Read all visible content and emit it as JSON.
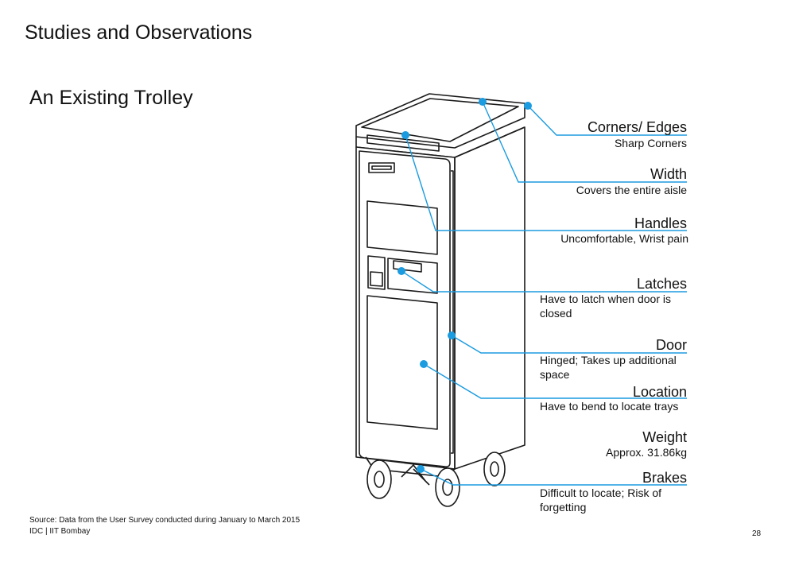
{
  "header": {
    "title": "Studies and Observations"
  },
  "section": {
    "title": "An Existing Trolley"
  },
  "callouts": [
    {
      "title": "Corners/ Edges",
      "desc": "Sharp Corners"
    },
    {
      "title": "Width",
      "desc": "Covers the entire aisle"
    },
    {
      "title": "Handles",
      "desc": "Uncomfortable, Wrist pain"
    },
    {
      "title": "Latches",
      "desc": "Have to latch when door is closed"
    },
    {
      "title": "Door",
      "desc": "Hinged; Takes up additional space"
    },
    {
      "title": "Location",
      "desc": "Have to bend to locate trays"
    },
    {
      "title": "Weight",
      "desc": "Approx. 31.86kg"
    },
    {
      "title": "Brakes",
      "desc": "Difficult to locate; Risk of forgetting"
    }
  ],
  "footer": {
    "source": "Source: Data from the User Survey conducted during January to March 2015",
    "org": "IDC | IIT Bombay",
    "page": "28"
  },
  "colors": {
    "callout": "#1b9be0",
    "line_art": "#1a1a1a"
  }
}
